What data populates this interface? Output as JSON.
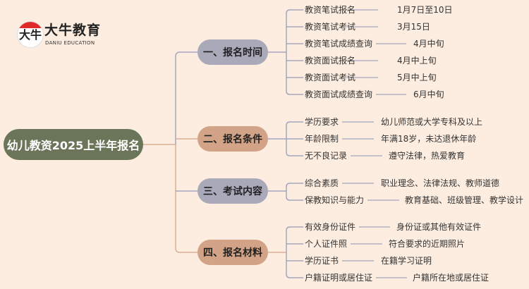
{
  "logo": {
    "name": "大牛教育",
    "english": "DANIU EDUCATION",
    "glyph": "大牛"
  },
  "root": "幼儿教资2025上半年报名",
  "colors": {
    "background": "#fdede0",
    "root": "#6b7559",
    "gray_node": "#a9a9ba",
    "tan_node": "#d2a386",
    "leaf_line": "#a3a7bf",
    "tan_line": "#dcae92"
  },
  "branches": [
    {
      "title": "一、报名时间",
      "items": [
        {
          "label": "教资笔试报名",
          "value": "1月7日至10日"
        },
        {
          "label": "教资笔试考试",
          "value": "3月15日"
        },
        {
          "label": "教资笔试成绩查询",
          "value": "4月中旬"
        },
        {
          "label": "教资面试报名",
          "value": "4月中上旬"
        },
        {
          "label": "教资面试考试",
          "value": "5月中上旬"
        },
        {
          "label": "教资面试成绩查询",
          "value": "6月中旬"
        }
      ]
    },
    {
      "title": "二、报名条件",
      "items": [
        {
          "label": "学历要求",
          "value": "幼儿师范或大学专科及以上"
        },
        {
          "label": "年龄限制",
          "value": "年满18岁，未达退休年龄"
        },
        {
          "label": "无不良记录",
          "value": "遵守法律，热爱教育"
        }
      ]
    },
    {
      "title": "三、考试内容",
      "items": [
        {
          "label": "综合素质",
          "value": "职业理念、法律法规、教师道德"
        },
        {
          "label": "保教知识与能力",
          "value": "教育基础、班级管理、教学设计"
        }
      ]
    },
    {
      "title": "四、报名材料",
      "items": [
        {
          "label": "有效身份证件",
          "value": "身份证或其他有效证件"
        },
        {
          "label": "个人证件照",
          "value": "符合要求的近期照片"
        },
        {
          "label": "学历证书",
          "value": "在籍学习证明"
        },
        {
          "label": "户籍证明或居住证",
          "value": "户籍所在地或居住证"
        }
      ]
    }
  ]
}
